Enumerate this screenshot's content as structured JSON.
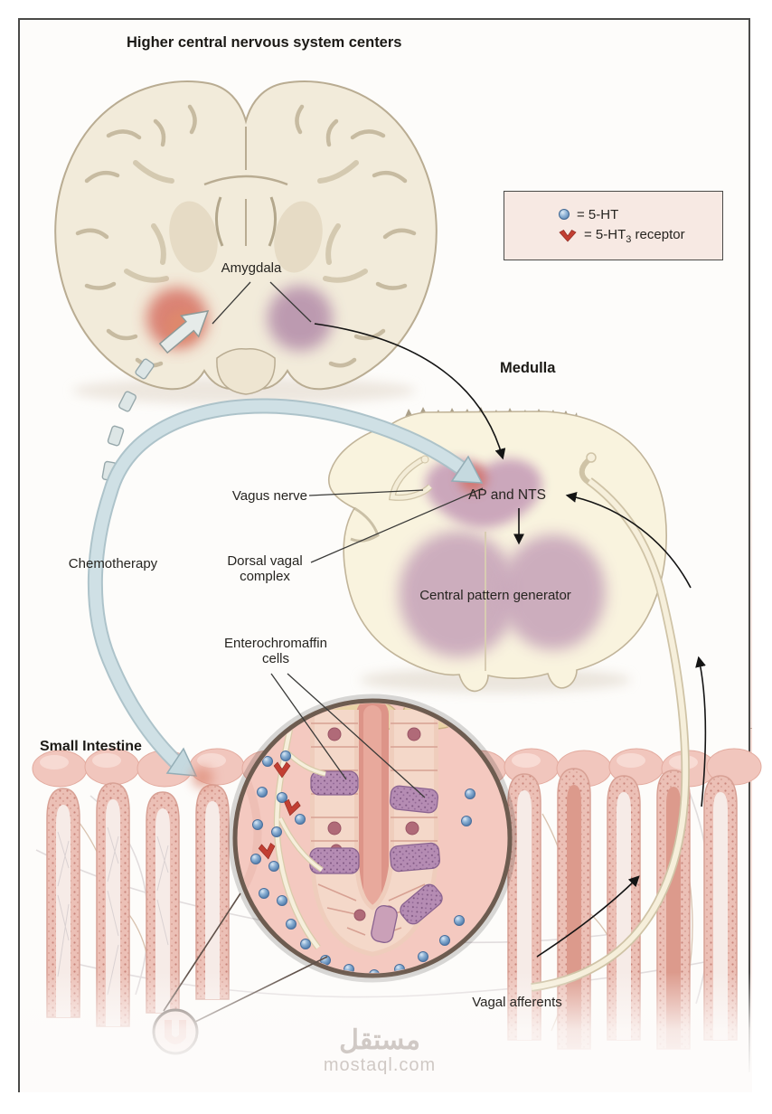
{
  "header": {
    "title": "Higher central nervous system centers"
  },
  "brain": {
    "amygdala": "Amygdala"
  },
  "medulla": {
    "title": "Medulla",
    "ap_nts": "AP and NTS",
    "cpg": "Central pattern generator"
  },
  "labels": {
    "vagus_nerve": "Vagus nerve",
    "dorsal_vagal_complex": "Dorsal vagal complex",
    "chemotherapy": "Chemotherapy",
    "enterochromaffin_cells": "Enterochromaffin cells",
    "vagal_afferents": "Vagal afferents"
  },
  "intestine": {
    "title": "Small Intestine"
  },
  "legend": {
    "serotonin_label": "= 5-HT",
    "receptor_pre": "= 5-HT",
    "receptor_sub": "3",
    "receptor_post": " receptor"
  },
  "watermark": {
    "name": "مستقل",
    "site": "mostaql.com"
  },
  "colors": {
    "serotonin_blue": "#6f9cc6",
    "receptor_red": "#c23f33",
    "pathway_blue": "#cddee2",
    "brain_cream": "#f2ebda",
    "highlight_red": "#d4695c",
    "highlight_purple": "#c9a3ba",
    "villi_pink": "#ecc0b6"
  }
}
